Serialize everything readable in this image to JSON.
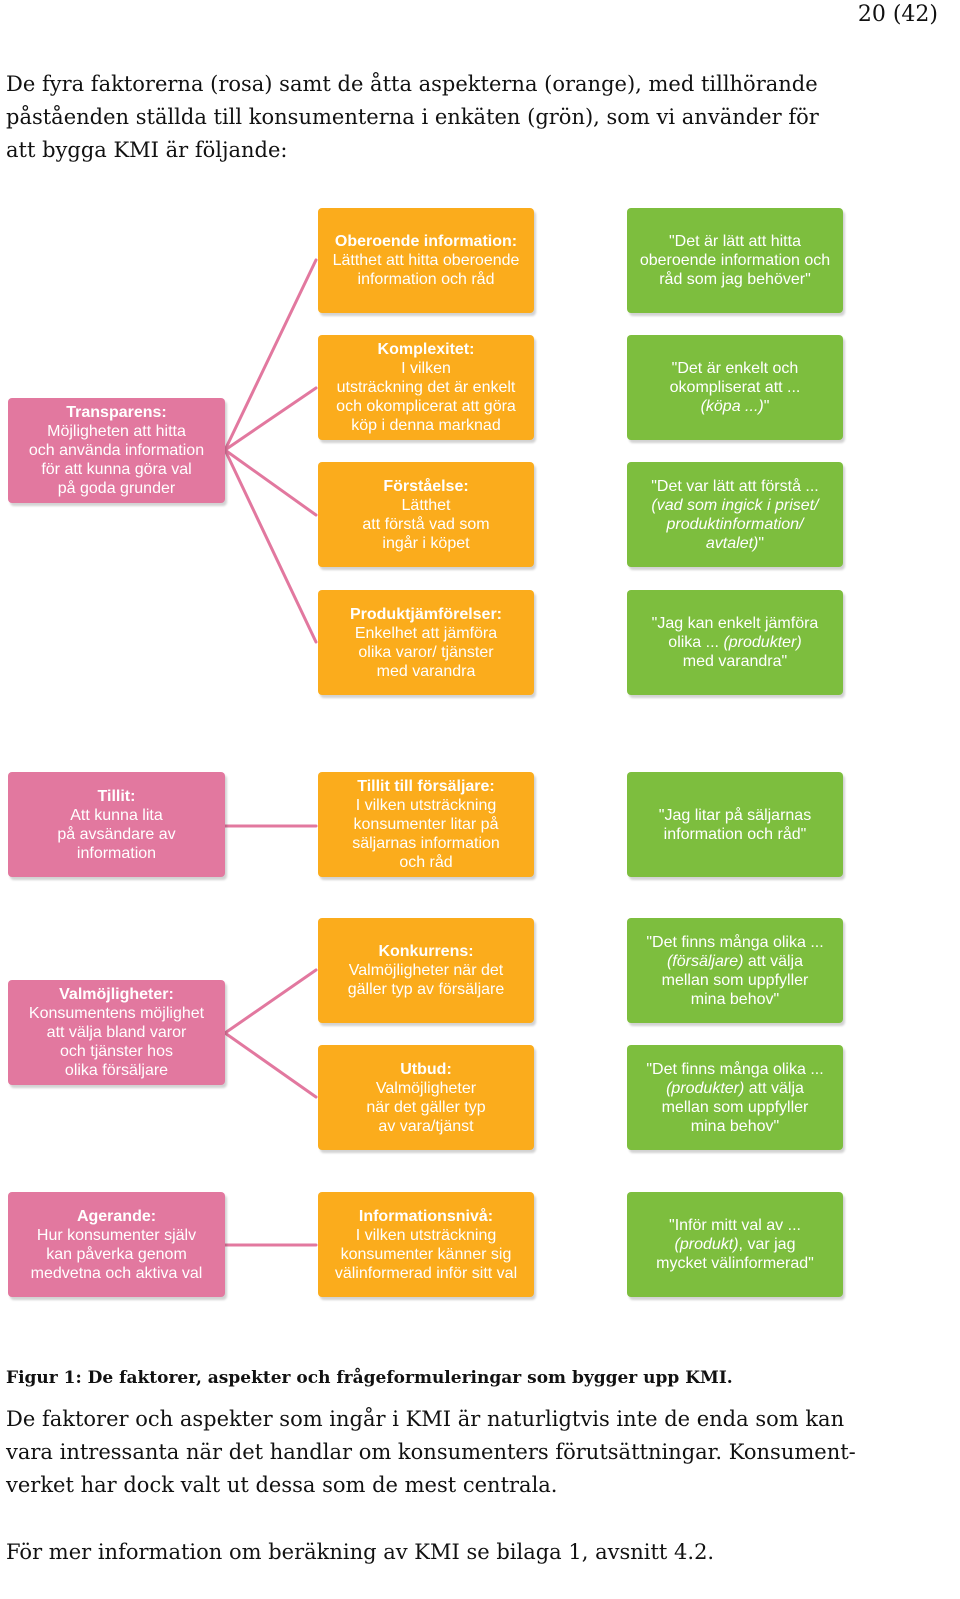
{
  "page_number": "20 (42)",
  "intro_text": "De fyra faktorerna (rosa) samt de åtta aspekterna (orange), med tillhörande påståenden ställda till konsumenterna i enkäten (grön), som vi använder för att bygga KMI är följande:",
  "colors": {
    "factor": "#e2789f",
    "aspect": "#fbac1c",
    "statement": "#7dbe3e",
    "connector": "#e2789f"
  },
  "diagram": {
    "factors": [
      {
        "title": "Transparens:",
        "desc": "Möjligheten att hitta\noch använda information\nför att kunna göra val\npå goda grunder"
      },
      {
        "title": "Tillit:",
        "desc": "Att kunna lita\npå avsändare av\ninformation"
      },
      {
        "title": "Valmöjligheter:",
        "desc": "Konsumentens möjlighet\natt välja bland varor\noch tjänster hos\nolika försäljare"
      },
      {
        "title": "Agerande:",
        "desc": "Hur konsumenter själv\nkan påverka genom\nmedvetna och aktiva val"
      }
    ],
    "aspects": [
      {
        "title": "Oberoende information:",
        "desc": "Lätthet att hitta oberoende\ninformation och råd"
      },
      {
        "title": "Komplexitet:",
        "desc": "I vilken\nutsträckning det är enkelt\noch okomplicerat att göra\nköp i denna marknad"
      },
      {
        "title": "Förståelse:",
        "desc": "Lätthet\natt förstå vad som\ningår i köpet"
      },
      {
        "title": "Produktjämförelser:",
        "desc": "Enkelhet att jämföra\nolika varor/ tjänster\nmed varandra"
      },
      {
        "title": "Tillit till försäljare:",
        "desc": "I vilken utsträckning\nkonsumenter litar på\nsäljarnas information\noch råd"
      },
      {
        "title": "Konkurrens:",
        "desc": "Valmöjligheter när det\ngäller typ av försäljare"
      },
      {
        "title": "Utbud:",
        "desc": "Valmöjligheter\nnär det gäller typ\nav vara/tjänst"
      },
      {
        "title": "Informationsnivå:",
        "desc": "I vilken utsträckning\nkonsumenter känner sig\nvälinformerad inför sitt val"
      }
    ],
    "statements": [
      [
        {
          "t": "\"Det är lätt att hitta\noberoende information och\nråd som jag behöver\""
        }
      ],
      [
        {
          "t": "\"Det är enkelt och\nokompliserat att ...\n"
        },
        {
          "t": "(köpa ...)",
          "i": true
        },
        {
          "t": "\""
        }
      ],
      [
        {
          "t": "\"Det var lätt att förstå ...\n"
        },
        {
          "t": "(vad som ingick i priset/\nproduktinformation/\navtalet)",
          "i": true
        },
        {
          "t": "\""
        }
      ],
      [
        {
          "t": "\"Jag kan enkelt jämföra\nolika ... "
        },
        {
          "t": "(produkter)",
          "i": true
        },
        {
          "t": "\nmed varandra\""
        }
      ],
      [
        {
          "t": "\"Jag litar på säljarnas\ninformation och råd\""
        }
      ],
      [
        {
          "t": "\"Det finns många olika ...\n"
        },
        {
          "t": "(försäljare)",
          "i": true
        },
        {
          "t": " att välja\nmellan som uppfyller\nmina behov\""
        }
      ],
      [
        {
          "t": "\"Det finns många olika ...\n"
        },
        {
          "t": "(produkter)",
          "i": true
        },
        {
          "t": " att välja\nmellan som uppfyller\nmina behov\""
        }
      ],
      [
        {
          "t": "\"Inför mitt val av ...\n"
        },
        {
          "t": "(produkt)",
          "i": true
        },
        {
          "t": ", var jag\nmycket välinformerad\""
        }
      ]
    ]
  },
  "caption": "Figur 1: De faktorer, aspekter och frågeformuleringar som bygger upp KMI.",
  "paragraph1": "De faktorer och aspekter som ingår i KMI är naturligtvis inte de enda som kan vara intressanta när det handlar om konsumenters förutsättningar. Konsument­verket har dock valt ut dessa som de mest centrala.",
  "paragraph2": "För mer information om beräkning av KMI se bilaga 1, avsnitt 4.2."
}
